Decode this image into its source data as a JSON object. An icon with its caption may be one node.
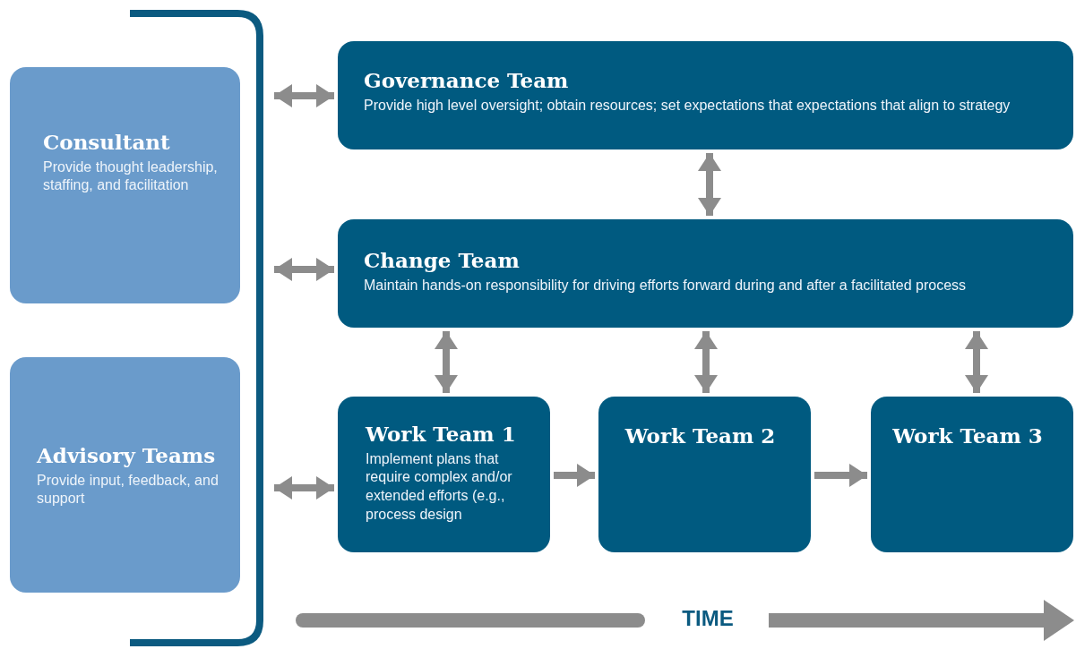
{
  "diagram": {
    "nodes": [
      {
        "text": [
          "Consultant",
          "Provide thought leadership, staffing, and facilitation"
        ]
      },
      {
        "text": [
          "Advisory Teams",
          "Provide input, feedback, and support"
        ]
      },
      {
        "text": [
          "Governance Team",
          "Provide high level oversight; obtain resources; set expectations that expectations that align to strategy"
        ]
      },
      {
        "text": [
          "Change Team",
          "Maintain hands-on responsibility for driving efforts forward during and after a facilitated process"
        ]
      },
      {
        "text": [
          "Work Team 1",
          "Implement plans that require complex and/or extended efforts (e.g., process design"
        ]
      },
      {
        "text": [
          "Work Team 2"
        ]
      },
      {
        "text": [
          "Work Team 3"
        ]
      },
      {
        "text": [],
        "shape": "bracket"
      }
    ],
    "edges": [
      {
        "from": 7,
        "to": 2,
        "arrow": "both"
      },
      {
        "from": 7,
        "to": 3,
        "arrow": "both"
      },
      {
        "from": 7,
        "to": 4,
        "arrow": "both"
      },
      {
        "from": 2,
        "to": 3,
        "arrow": "both"
      },
      {
        "from": 3,
        "to": 4,
        "arrow": "both"
      },
      {
        "from": 3,
        "to": 5,
        "arrow": "both"
      },
      {
        "from": 3,
        "to": 6,
        "arrow": "both"
      },
      {
        "from": 4,
        "to": 5,
        "arrow": "to"
      },
      {
        "from": 5,
        "to": 6,
        "arrow": "to"
      }
    ],
    "labels": [
      "TIME"
    ]
  }
}
